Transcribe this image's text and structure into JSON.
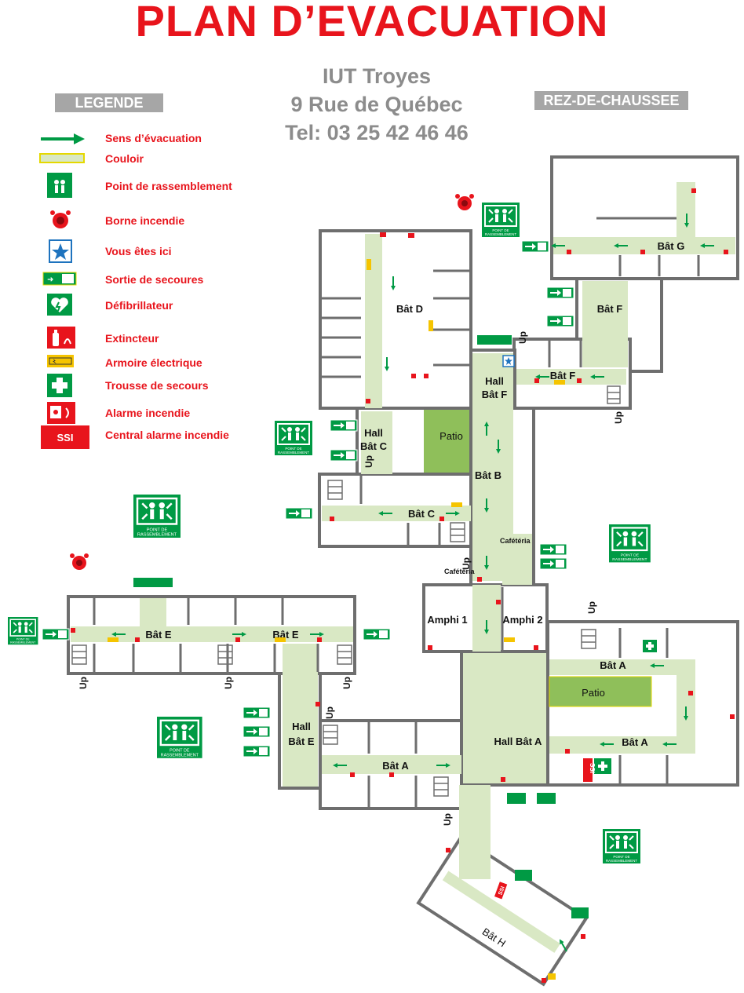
{
  "title": "PLAN D’EVACUATION",
  "address": {
    "line1": "IUT Troyes",
    "line2": "9 Rue de Québec",
    "line3": "Tel: 03 25 42 46 46"
  },
  "legend_title": "LEGENDE",
  "floor": "REZ-DE-CHAUSSEE",
  "legend": [
    {
      "icon": "evacuation-arrow-icon",
      "label": "Sens d’évacuation"
    },
    {
      "icon": "corridor-swatch-icon",
      "label": "Couloir"
    },
    {
      "icon": "assembly-point-icon",
      "label": "Point de rassemblement"
    },
    {
      "icon": "fire-hydrant-icon",
      "label": "Borne incendie"
    },
    {
      "icon": "you-are-here-icon",
      "label": "Vous êtes ici"
    },
    {
      "icon": "emergency-exit-icon",
      "label": "Sortie de secoures"
    },
    {
      "icon": "defibrillator-icon",
      "label": "Défibrillateur"
    },
    {
      "icon": "fire-extinguisher-icon",
      "label": "Extincteur"
    },
    {
      "icon": "electrical-cabinet-icon",
      "label": "Armoire électrique"
    },
    {
      "icon": "first-aid-kit-icon",
      "label": "Trousse de secours"
    },
    {
      "icon": "fire-alarm-icon",
      "label": "Alarme incendie"
    },
    {
      "icon": "ssi-icon",
      "label": "Central alarme incendie",
      "badge": "SSI"
    }
  ],
  "rooms": {
    "bat_d": "Bât D",
    "bat_g": "Bât G",
    "bat_f_top": "Bât F",
    "bat_f_mid": "Bât F",
    "hall_bat_f_1": "Hall",
    "hall_bat_f_2": "Bât F",
    "hall_bat_c_1": "Hall",
    "hall_bat_c_2": "Bât C",
    "patio_top": "Patio",
    "bat_b": "Bât B",
    "bat_c": "Bât C",
    "cafeteria_1": "Cafétéria",
    "cafeteria_2": "Cafétéria",
    "amphi_1": "Amphi 1",
    "amphi_2": "Amphi 2",
    "bat_e_left": "Bât E",
    "bat_e_right": "Bât E",
    "hall_bat_e_1": "Hall",
    "hall_bat_e_2": "Bât E",
    "bat_a_left": "Bât A",
    "hall_bat_a": "Hall Bât A",
    "bat_a_top": "Bât A",
    "bat_a_mid": "Bât A",
    "patio_a": "Patio",
    "bat_h": "Bât H",
    "up": "Up",
    "ssi": "SSI",
    "assembly_text_1": "POINT DE",
    "assembly_text_2": "RASSEMBLEMENT"
  },
  "colors": {
    "title_red": "#e8141c",
    "corridor": "#d9e8c4",
    "wall": "#7a7a7a",
    "safety_green": "#009a44",
    "patio": "#8fbf5a",
    "grey_box": "#a6a6a6"
  }
}
